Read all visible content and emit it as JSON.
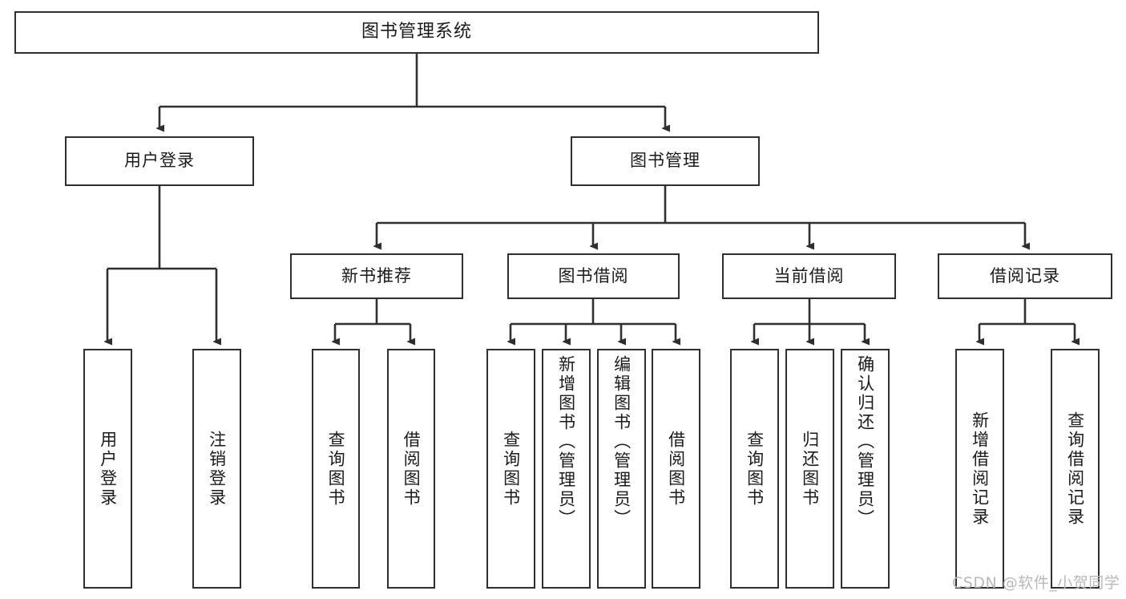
{
  "diagram": {
    "title": "图书管理系统",
    "type": "tree-hierarchy-chart",
    "root": {
      "label": "图书管理系统"
    },
    "level2": [
      {
        "label": "用户登录"
      },
      {
        "label": "图书管理"
      }
    ],
    "level3": [
      {
        "label": "新书推荐"
      },
      {
        "label": "图书借阅"
      },
      {
        "label": "当前借阅"
      },
      {
        "label": "借阅记录"
      }
    ],
    "leaves": {
      "user_login": [
        {
          "label": "用户登录"
        },
        {
          "label": "注销登录"
        }
      ],
      "new_book_recommend": [
        {
          "label": "查询图书"
        },
        {
          "label": "借阅图书"
        }
      ],
      "book_borrow": [
        {
          "label": "查询图书"
        },
        {
          "label": "新增图书（管理员）"
        },
        {
          "label": "编辑图书（管理员）"
        },
        {
          "label": "借阅图书"
        }
      ],
      "current_borrow": [
        {
          "label": "查询图书"
        },
        {
          "label": "归还图书"
        },
        {
          "label": "确认归还（管理员）"
        }
      ],
      "borrow_record": [
        {
          "label": "新增借阅记录"
        },
        {
          "label": "查询借阅记录"
        }
      ]
    },
    "watermark": "CSDN @软件_小贺同学",
    "colors": {
      "stroke": "#2f2f2f",
      "fill": "#ffffff",
      "text": "#1a1a1a",
      "watermark": "#b9b9b9"
    }
  }
}
